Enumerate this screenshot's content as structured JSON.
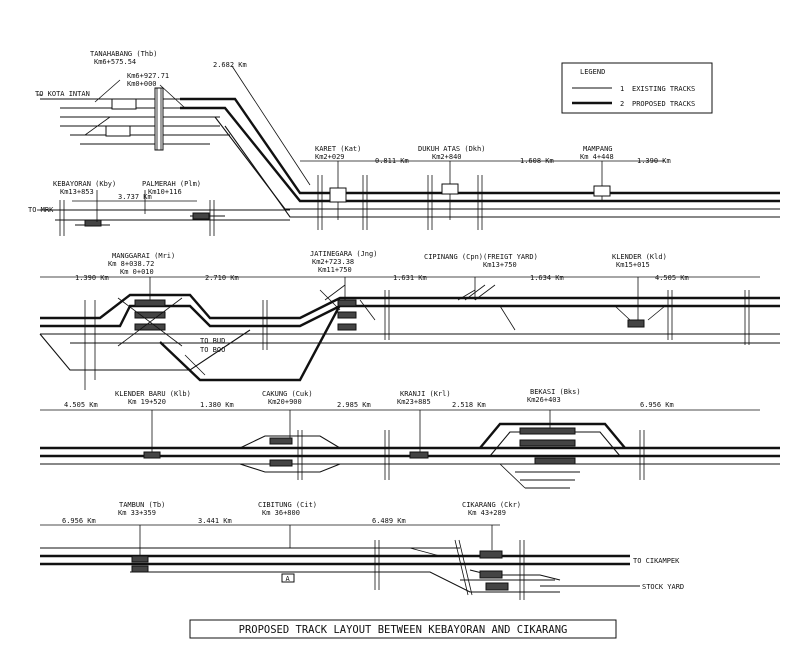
{
  "legend": {
    "title": "LEGEND",
    "items": [
      {
        "num": "1",
        "label": "EXISTING TRACKS"
      },
      {
        "num": "2",
        "label": "PROPOSED TRACKS"
      }
    ]
  },
  "caption": "PROPOSED TRACK LAYOUT BETWEEN KEBAYORAN AND CIKARANG",
  "stations": {
    "tanahabang": {
      "name": "TANAHABANG (Thb)",
      "km1": "Km6+575.54",
      "km2": "Km6+927.71",
      "km3": "Km0+000"
    },
    "kebayoran": {
      "name": "KEBAYORAN (Kby)",
      "km": "Km13+853"
    },
    "palmerah": {
      "name": "PALMERAH (Plm)",
      "km": "Km10+116"
    },
    "karet": {
      "name": "KARET (Kat)",
      "km": "Km2+029"
    },
    "dukuh_atas": {
      "name": "DUKUH ATAS (Dkh)",
      "km": "Km2+840"
    },
    "mampang": {
      "name": "MAMPANG",
      "km": "Km 4+448"
    },
    "manggarai": {
      "name": "MANGGARAI (Mri)",
      "km1": "Km 8+038.72",
      "km2": "Km 0+010"
    },
    "jatinegara": {
      "name": "JATINEGARA (Jng)",
      "km1": "Km2+723.38",
      "km2": "Km11+750"
    },
    "cipinang": {
      "name": "CIPINANG (Cpn)(FREIGT YARD)",
      "km": "Km13+750"
    },
    "klender": {
      "name": "KLENDER (Kld)",
      "km": "Km15+015"
    },
    "klender_baru": {
      "name": "KLENDER BARU (Klb)",
      "km": "Km 19+520"
    },
    "cakung": {
      "name": "CAKUNG (Cuk)",
      "km": "Km20+900"
    },
    "kranji": {
      "name": "KRANJI (Krl)",
      "km": "Km23+885"
    },
    "bekasi": {
      "name": "BEKASI (Bks)",
      "km": "Km26+403"
    },
    "tambun": {
      "name": "TAMBUN (Tb)",
      "km": "Km 33+359"
    },
    "cibitung": {
      "name": "CIBITUNG (Cit)",
      "km": "Km 36+800"
    },
    "cikarang": {
      "name": "CIKARANG (Ckr)",
      "km": "Km 43+289"
    }
  },
  "distances": {
    "d_thb_kat": "2.682 Km",
    "d_kby_plm": "3.737 Km",
    "d_kat_dkh": "0.811 Km",
    "d_dkh_mpg": "1.608 Km",
    "d_mpg_end": "1.390 Km",
    "d_r2_start": "1.390 Km",
    "d_mri_jng": "2.710 Km",
    "d_jng_cpn": "1.631 Km",
    "d_cpn_kld": "1.634 Km",
    "d_kld_end": "4.505 Km",
    "d_r3_start": "4.505 Km",
    "d_klb_cuk": "1.380 Km",
    "d_cuk_krl": "2.985 Km",
    "d_krl_bks": "2.518 Km",
    "d_bks_end": "6.956 Km",
    "d_r4_start": "6.956 Km",
    "d_tb_cit": "3.441 Km",
    "d_cit_ckr": "6.489 Km"
  },
  "directions": {
    "to_kota": "TO KOTA INTAN",
    "to_mrk": "TO MRK",
    "to_bud": "TO BUD",
    "to_boo": "TO BOO",
    "to_cikampek": "TO CIKAMPEK",
    "stock_yard": "STOCK YARD"
  },
  "misc": {
    "box_label": "A"
  }
}
